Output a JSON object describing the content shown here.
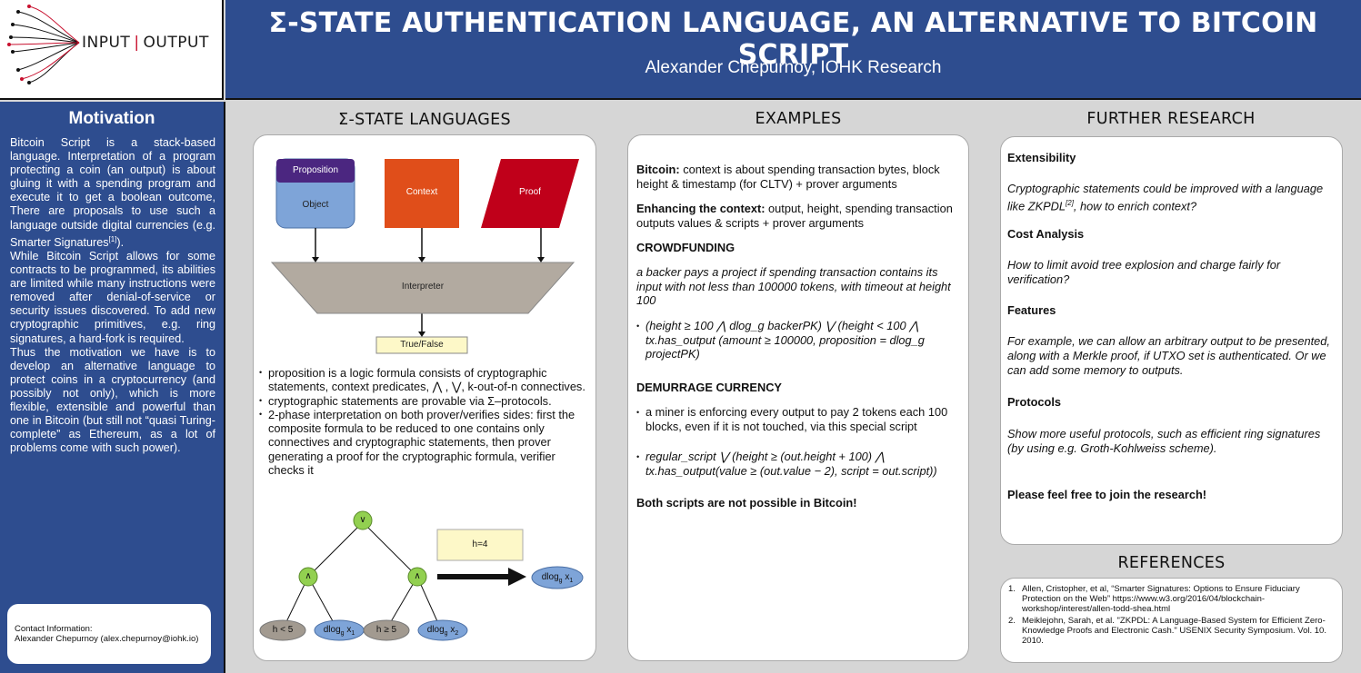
{
  "logo": {
    "left": "INPUT",
    "right": "OUTPUT"
  },
  "header": {
    "title": "Σ-STATE AUTHENTICATION LANGUAGE, AN ALTERNATIVE TO BITCOIN SCRIPT",
    "author": "Alexander Chepurnoy, IOHK Research"
  },
  "motivation": {
    "heading": "Motivation",
    "p1": "Bitcoin Script is a stack-based language. Interpretation of a program protecting a coin (an output) is about gluing it with a spending program and execute it to get a boolean outcome, There are proposals to use such a language outside digital currencies (e.g. Smarter Signatures",
    "p1_ref": "[1]",
    "p1_end": ").",
    "p2": "While Bitcoin Script allows for some contracts to be programmed, its abilities are limited while many instructions were removed after denial-of-service or security issues discovered. To add new cryptographic primitives, e.g. ring signatures, a hard-fork is required.",
    "p3": "Thus the motivation we have is to develop an alternative language to protect coins in a cryptocurrency (and possibly not only), which is more flexible, extensible and powerful than one in Bitcoin (but still not “quasi Turing-complete” as Ethereum, as a lot of problems come with such power).",
    "contact_label": "Contact Information:",
    "contact_value": "Alexander Chepurnoy (alex.chepurnoy@iohk.io)"
  },
  "sigma": {
    "heading": "Σ-STATE LANGUAGES",
    "diagram": {
      "proposition": "Proposition",
      "object": "Object",
      "context": "Context",
      "proof": "Proof",
      "interpreter": "Interpreter",
      "result": "True/False"
    },
    "bullets": [
      "proposition is a logic formula consists of cryptographic statements, context predicates, ⋀ , ⋁, k-out-of-n connectives.",
      "cryptographic statements are provable via Σ–protocols.",
      "2-phase interpretation on both prover/verifies sides: first the composite formula to be reduced to one contains only connectives and cryptographic statements, then prover generating a proof for the cryptographic formula, verifier checks it"
    ],
    "tree": {
      "root": "∨",
      "and1": "∧",
      "and2": "∧",
      "leaf1": "h < 5",
      "leaf2": "dlog",
      "leaf2_sub": "g",
      "leaf2_x": "x",
      "leaf2_xsub": "1",
      "leaf3": "h ≥ 5",
      "leaf4": "dlog",
      "leaf4_sub": "g",
      "leaf4_x": "x",
      "leaf4_xsub": "2",
      "height_box": "h=4",
      "result": "dlog",
      "result_sub": "g",
      "result_x": "x",
      "result_xsub": "1"
    }
  },
  "examples": {
    "heading": "EXAMPLES",
    "bitcoin_label": "Bitcoin:",
    "bitcoin_text": "context is about spending transaction bytes, block height & timestamp (for CLTV) + prover arguments",
    "enh_label": "Enhancing the context:",
    "enh_text": "output, height, spending transaction outputs values & scripts + prover arguments",
    "crowd_h": "CROWDFUNDING",
    "crowd_desc": "a backer pays a project if spending transaction contains its input with not less than 100000 tokens, with timeout at height 100",
    "crowd_code": "(height ≥ 100 ⋀ dlog_g backerPK) ⋁ (height < 100 ⋀ tx.has_output (amount ≥ 100000, proposition = dlog_g projectPK)",
    "dem_h": "DEMURRAGE CURRENCY",
    "dem_b1": "a miner is enforcing every output to pay 2 tokens each 100 blocks, even if it is not touched, via this special script",
    "dem_b2": "regular_script ⋁ (height ≥ (out.height + 100) ⋀ tx.has_output(value ≥ (out.value − 2), script = out.script))",
    "conclusion": "Both scripts are not possible in Bitcoin!"
  },
  "further": {
    "heading": "FURTHER RESEARCH",
    "ext_h": "Extensibility",
    "ext_t1": "Cryptographic statements could be improved with a language like ZKPDL",
    "ext_ref": "[2]",
    "ext_t2": ", how to enrich context?",
    "cost_h": "Cost Analysis",
    "cost_t": "How to limit avoid tree explosion and charge fairly for verification?",
    "feat_h": "Features",
    "feat_t": "For example, we can allow an arbitrary output to be presented, along with a Merkle proof, if UTXO set is authenticated. Or we can add some memory to outputs.",
    "prot_h": "Protocols",
    "prot_t": "Show more useful protocols, such as efficient ring signatures (by using e.g. Groth-Kohlweiss scheme).",
    "join": "Please feel free to join the research!"
  },
  "references": {
    "heading": "REFERENCES",
    "items": [
      {
        "num": "1.",
        "text": "Allen, Cristopher, et al, “Smarter Signatures: Options to Ensure Fiduciary Protection on the Web” https://www.w3.org/2016/04/blockchain-workshop/interest/allen-todd-shea.html"
      },
      {
        "num": "2.",
        "text": "Meiklejohn, Sarah, et al. \"ZKPDL: A Language-Based System for Efficient Zero-Knowledge Proofs and Electronic Cash.\" USENIX Security Symposium. Vol. 10. 2010."
      }
    ]
  },
  "colors": {
    "header_blue": "#2e4d8f",
    "proposition_purple": "#4b2680",
    "object_blue": "#7ea4d8",
    "context_orange": "#e04e1a",
    "proof_red": "#c0001a",
    "interpreter_gray": "#b2aaa0",
    "result_yellow": "#fdf8c8",
    "node_green": "#92d050",
    "leaf_gray": "#a29a90"
  }
}
